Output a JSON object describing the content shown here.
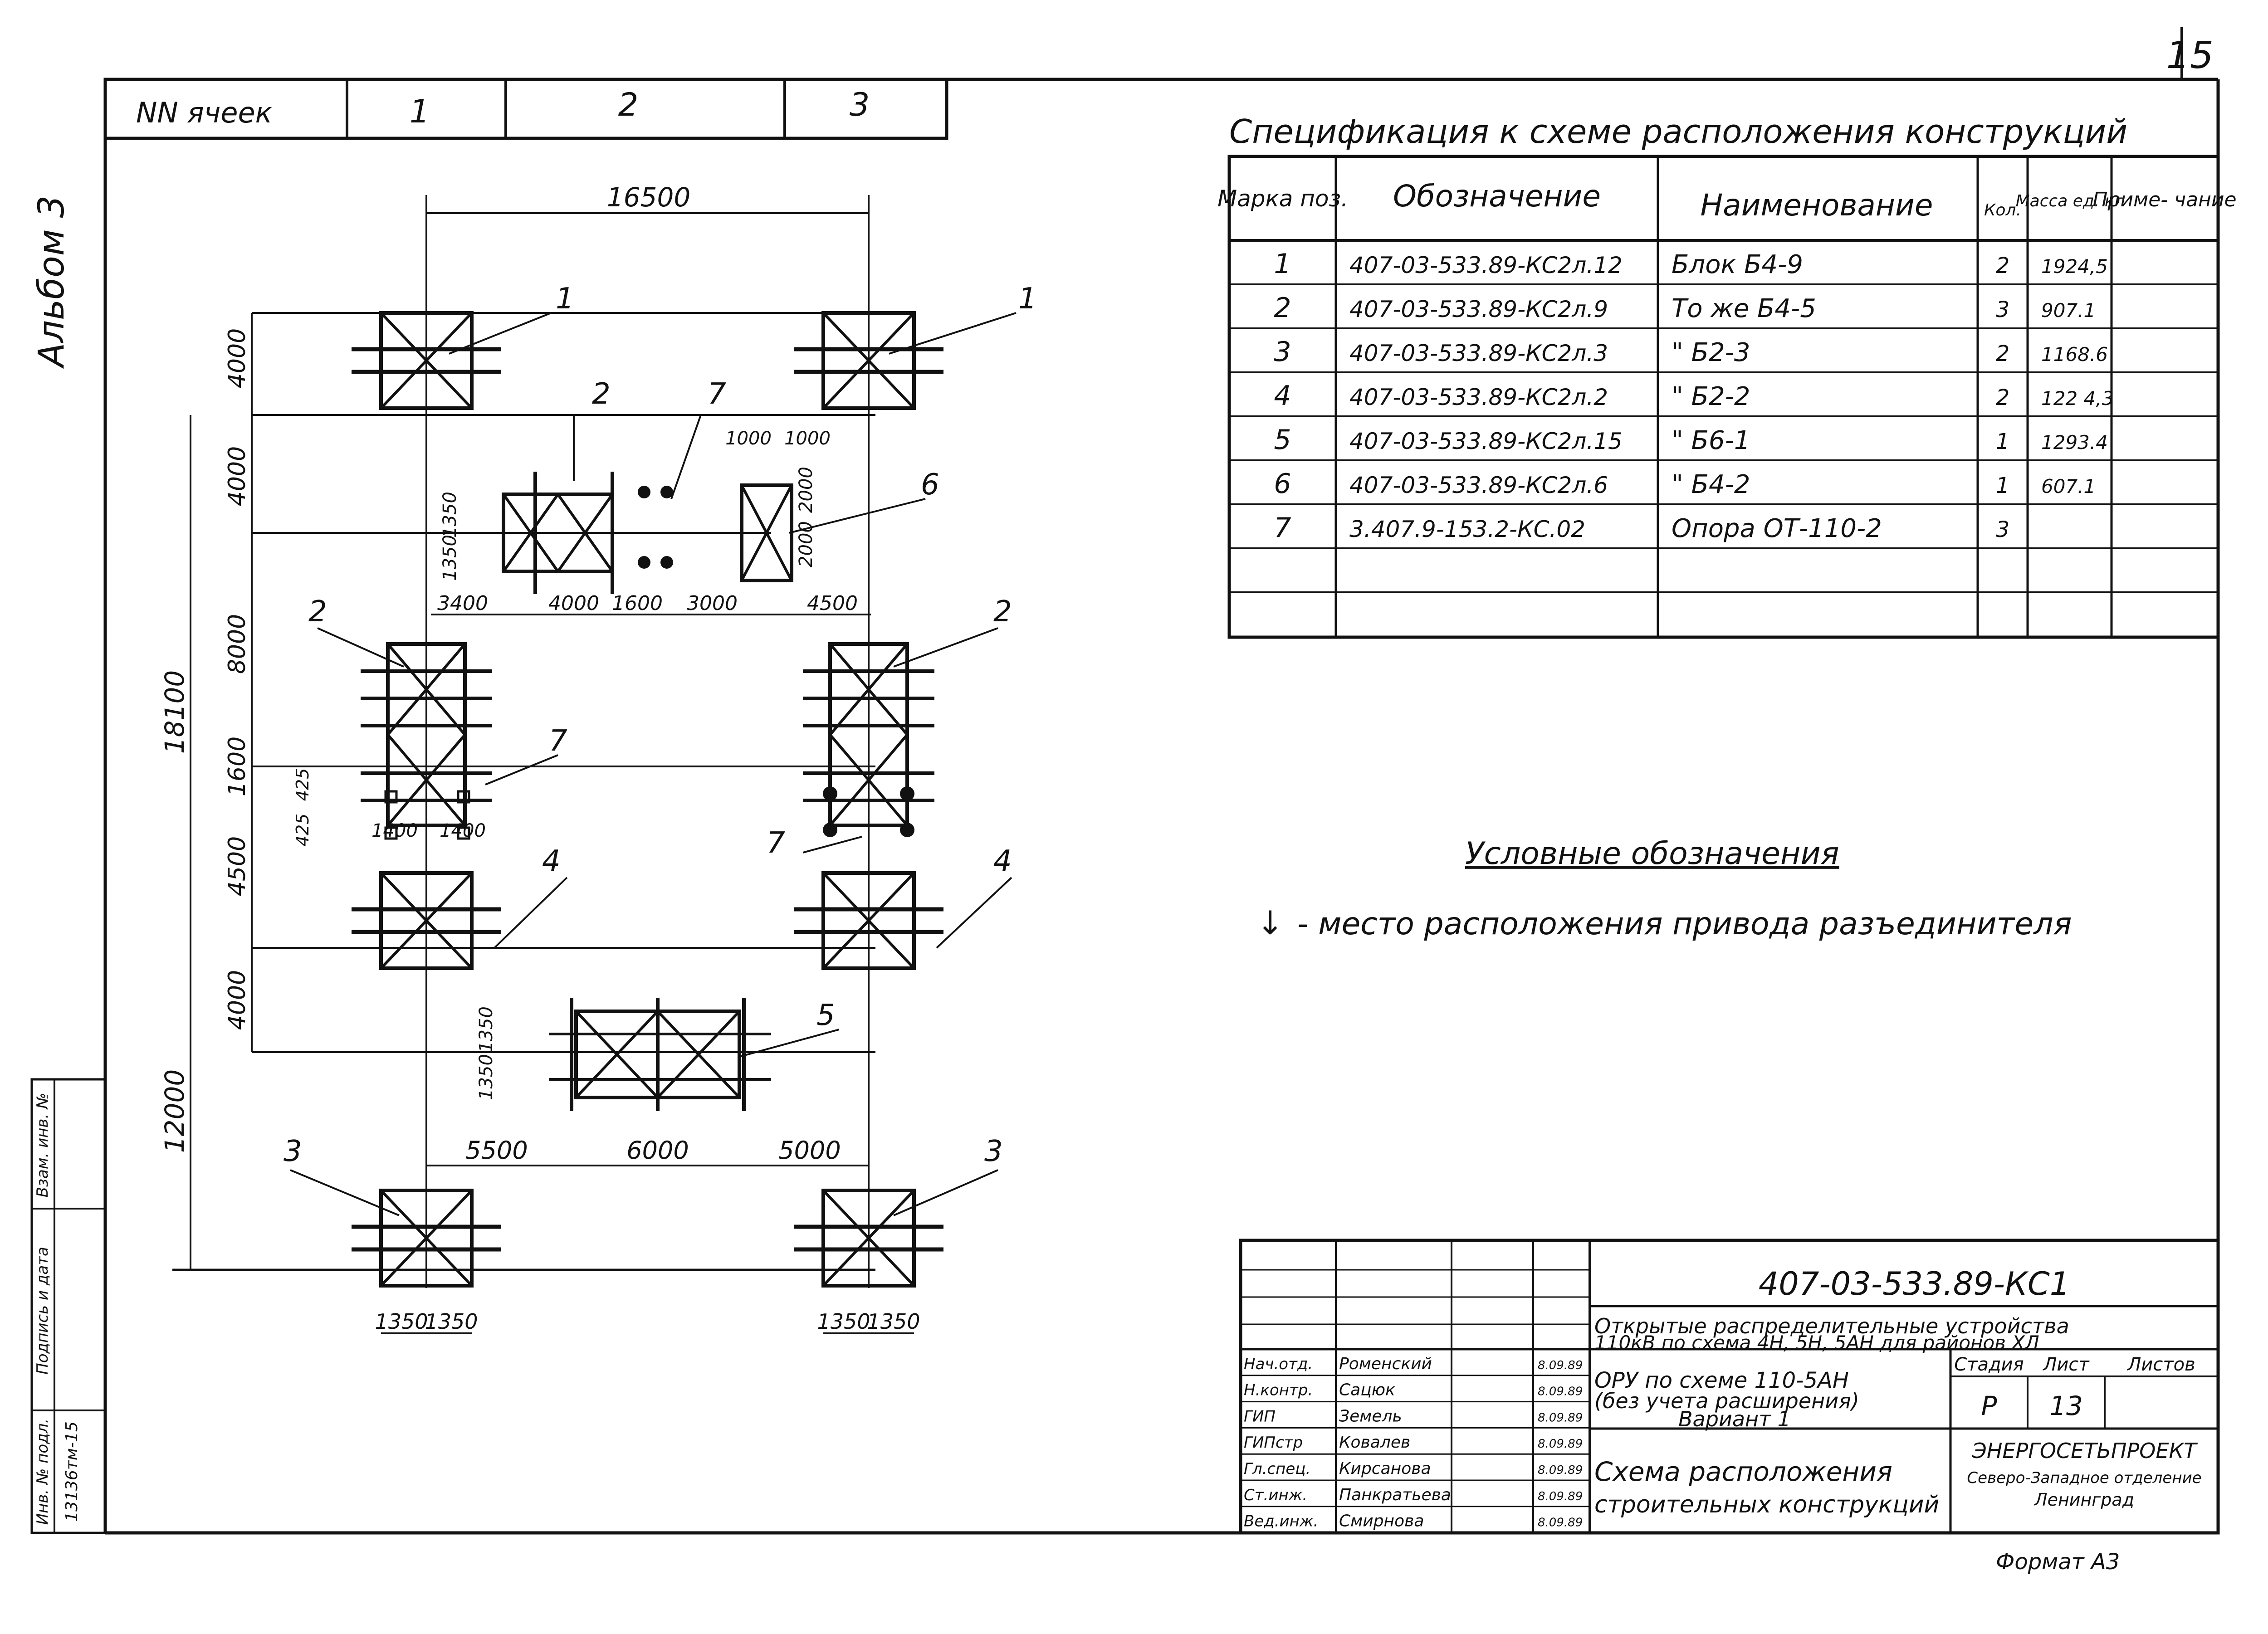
{
  "sheet_number": "15",
  "album_label": "Альбом 3",
  "cells_header": {
    "label": "NN ячеек",
    "cells": [
      "1",
      "2",
      "3"
    ]
  },
  "spec": {
    "title": "Спецификация к схеме расположения конструкций",
    "headers": [
      "Марка поз.",
      "Обозначение",
      "Наименование",
      "Кол.",
      "Масса ед. кг",
      "Приме- чание"
    ],
    "rows": [
      [
        "1",
        "407-03-533.89-КС2л.12",
        "Блок Б4-9",
        "2",
        "1924,5",
        ""
      ],
      [
        "2",
        "407-03-533.89-КС2л.9",
        "То же Б4-5",
        "3",
        "907.1",
        ""
      ],
      [
        "3",
        "407-03-533.89-КС2л.3",
        "\"  Б2-3",
        "2",
        "1168.6",
        ""
      ],
      [
        "4",
        "407-03-533.89-КС2л.2",
        "\"  Б2-2",
        "2",
        "122 4,3",
        ""
      ],
      [
        "5",
        "407-03-533.89-КС2л.15",
        "\"  Б6-1",
        "1",
        "1293.4",
        ""
      ],
      [
        "6",
        "407-03-533.89-КС2л.6",
        "\"  Б4-2",
        "1",
        "607.1",
        ""
      ],
      [
        "7",
        "3.407.9-153.2-КС.02",
        "Опора ОТ-110-2",
        "3",
        "",
        ""
      ],
      [
        "",
        "",
        "",
        "",
        "",
        ""
      ],
      [
        "",
        "",
        "",
        "",
        "",
        ""
      ]
    ]
  },
  "legend": {
    "title": "Условные обозначения",
    "arrow": "↓",
    "text": "- место расположения привода разъединителя"
  },
  "plan": {
    "dims": {
      "top": "16500",
      "total_left": "18100",
      "bottom_left": "12000",
      "rows": [
        "4000",
        "4000",
        "8000",
        "1600",
        "4500",
        "4000"
      ],
      "row2": [
        "3400",
        "4000",
        "1600",
        "3000",
        "4500"
      ],
      "h1350": "1350",
      "d1000": "1000",
      "d2000": "2000",
      "d425": "425",
      "d1400": "1400",
      "row5": [
        "5500",
        "6000",
        "5000"
      ]
    },
    "marks": [
      "1",
      "2",
      "3",
      "4",
      "5",
      "6",
      "7"
    ]
  },
  "title_block": {
    "code": "407-03-533.89-КС1",
    "project": [
      "Открытые распределительные устройства",
      "110кВ по схема 4Н, 5Н, 5АН для районов ХЛ"
    ],
    "object": [
      "ОРУ по схеме 110-5АН",
      "(без учета расширения)",
      "Вариант 1"
    ],
    "sheet_name": [
      "Схема расположения",
      "строительных конструкций"
    ],
    "stage_label": "Стадия",
    "sheet_label": "Лист",
    "sheets_label": "Листов",
    "stage": "Р",
    "sheet": "13",
    "sheets": "",
    "org": [
      "ЭНЕРГОСЕТЬПРОЕКТ",
      "Северо-Западное отделение",
      "Ленинград"
    ],
    "signatures": [
      [
        "Нач.отд.",
        "Роменский",
        "8.09.89"
      ],
      [
        "Н.контр.",
        "Сацюк",
        "8.09.89"
      ],
      [
        "ГИП",
        "Земель",
        "8.09.89"
      ],
      [
        "ГИПстр",
        "Ковалев",
        "8.09.89"
      ],
      [
        "Гл.спец.",
        "Кирсанова",
        "8.09.89"
      ],
      [
        "Ст.инж.",
        "Панкратьева",
        "8.09.89"
      ],
      [
        "Вед.инж.",
        "Смирнова",
        "8.09.89"
      ]
    ]
  },
  "side_stamp": {
    "labels": [
      "Инв. № подл.",
      "Подпись и дата",
      "Взам. инв. №"
    ],
    "inv_number": "13136тм-15"
  },
  "format": "Формат А3"
}
